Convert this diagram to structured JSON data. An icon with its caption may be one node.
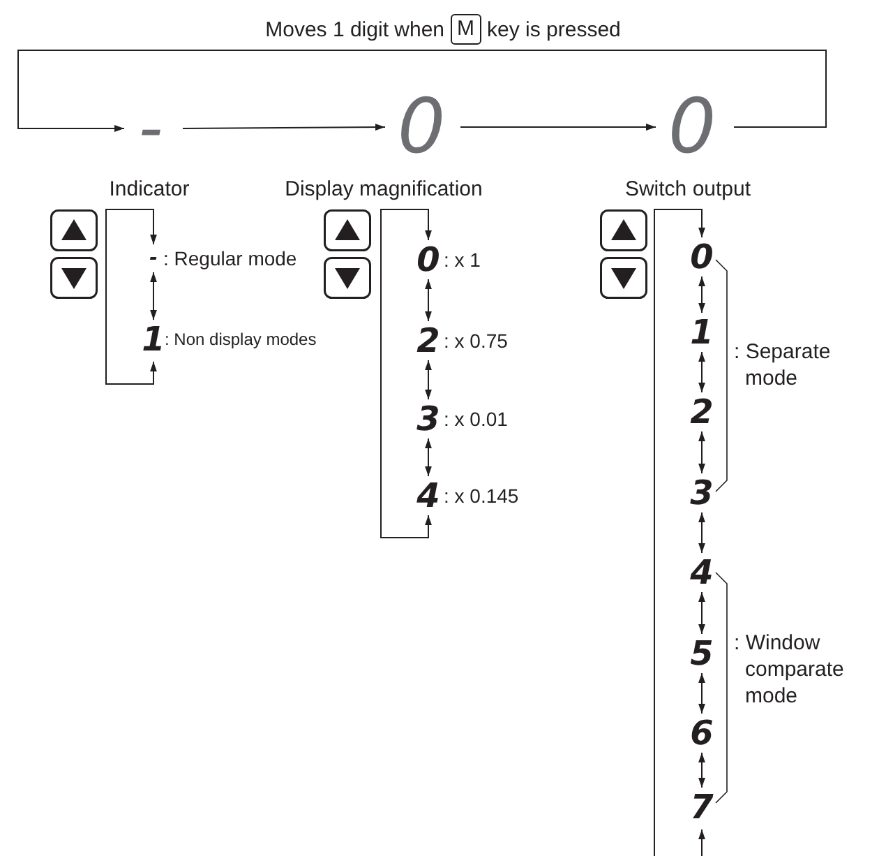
{
  "diagram": {
    "nodes": [
      {
        "text": [
          "-"
        ]
      },
      {
        "text": [
          "0"
        ]
      },
      {
        "text": [
          "0"
        ]
      },
      {
        "text": [
          "-"
        ],
        "beside": [
          ": Regular mode"
        ]
      },
      {
        "text": [
          "1"
        ],
        "beside": [
          ": Non display modes"
        ]
      },
      {
        "text": [
          "0"
        ],
        "beside": [
          ": x 1"
        ]
      },
      {
        "text": [
          "2"
        ],
        "beside": [
          ": x 0.75"
        ]
      },
      {
        "text": [
          "3"
        ],
        "beside": [
          ": x 0.01"
        ]
      },
      {
        "text": [
          "4"
        ],
        "beside": [
          ": x 0.145"
        ]
      },
      {
        "text": [
          "0"
        ]
      },
      {
        "text": [
          "1"
        ]
      },
      {
        "text": [
          "2"
        ]
      },
      {
        "text": [
          "3"
        ]
      },
      {
        "text": [
          "4"
        ]
      },
      {
        "text": [
          "5"
        ]
      },
      {
        "text": [
          "6"
        ]
      },
      {
        "text": [
          "7"
        ]
      }
    ],
    "edges": [
      {
        "from": 2,
        "to": 0,
        "arrow": "to"
      },
      {
        "from": 0,
        "to": 1,
        "arrow": "to"
      },
      {
        "from": 1,
        "to": 2,
        "arrow": "to"
      },
      {
        "from": 3,
        "to": 4,
        "arrow": "both"
      },
      {
        "from": 4,
        "to": 3,
        "arrow": "both"
      },
      {
        "from": 5,
        "to": 6,
        "arrow": "both"
      },
      {
        "from": 6,
        "to": 7,
        "arrow": "both"
      },
      {
        "from": 7,
        "to": 8,
        "arrow": "both"
      },
      {
        "from": 8,
        "to": 5,
        "arrow": "both"
      },
      {
        "from": 9,
        "to": 10,
        "arrow": "both"
      },
      {
        "from": 10,
        "to": 11,
        "arrow": "both"
      },
      {
        "from": 11,
        "to": 12,
        "arrow": "both"
      },
      {
        "from": 12,
        "to": 13,
        "arrow": "both"
      },
      {
        "from": 13,
        "to": 14,
        "arrow": "both"
      },
      {
        "from": 14,
        "to": 15,
        "arrow": "both"
      },
      {
        "from": 15,
        "to": 16,
        "arrow": "both"
      },
      {
        "from": 16,
        "to": 9,
        "arrow": "both"
      }
    ],
    "labels": [
      "Moves 1 digit when",
      "M",
      "key is pressed",
      "Indicator",
      "Display magnification",
      "Switch output",
      ": Separate mode",
      ": Window comparate mode"
    ]
  }
}
